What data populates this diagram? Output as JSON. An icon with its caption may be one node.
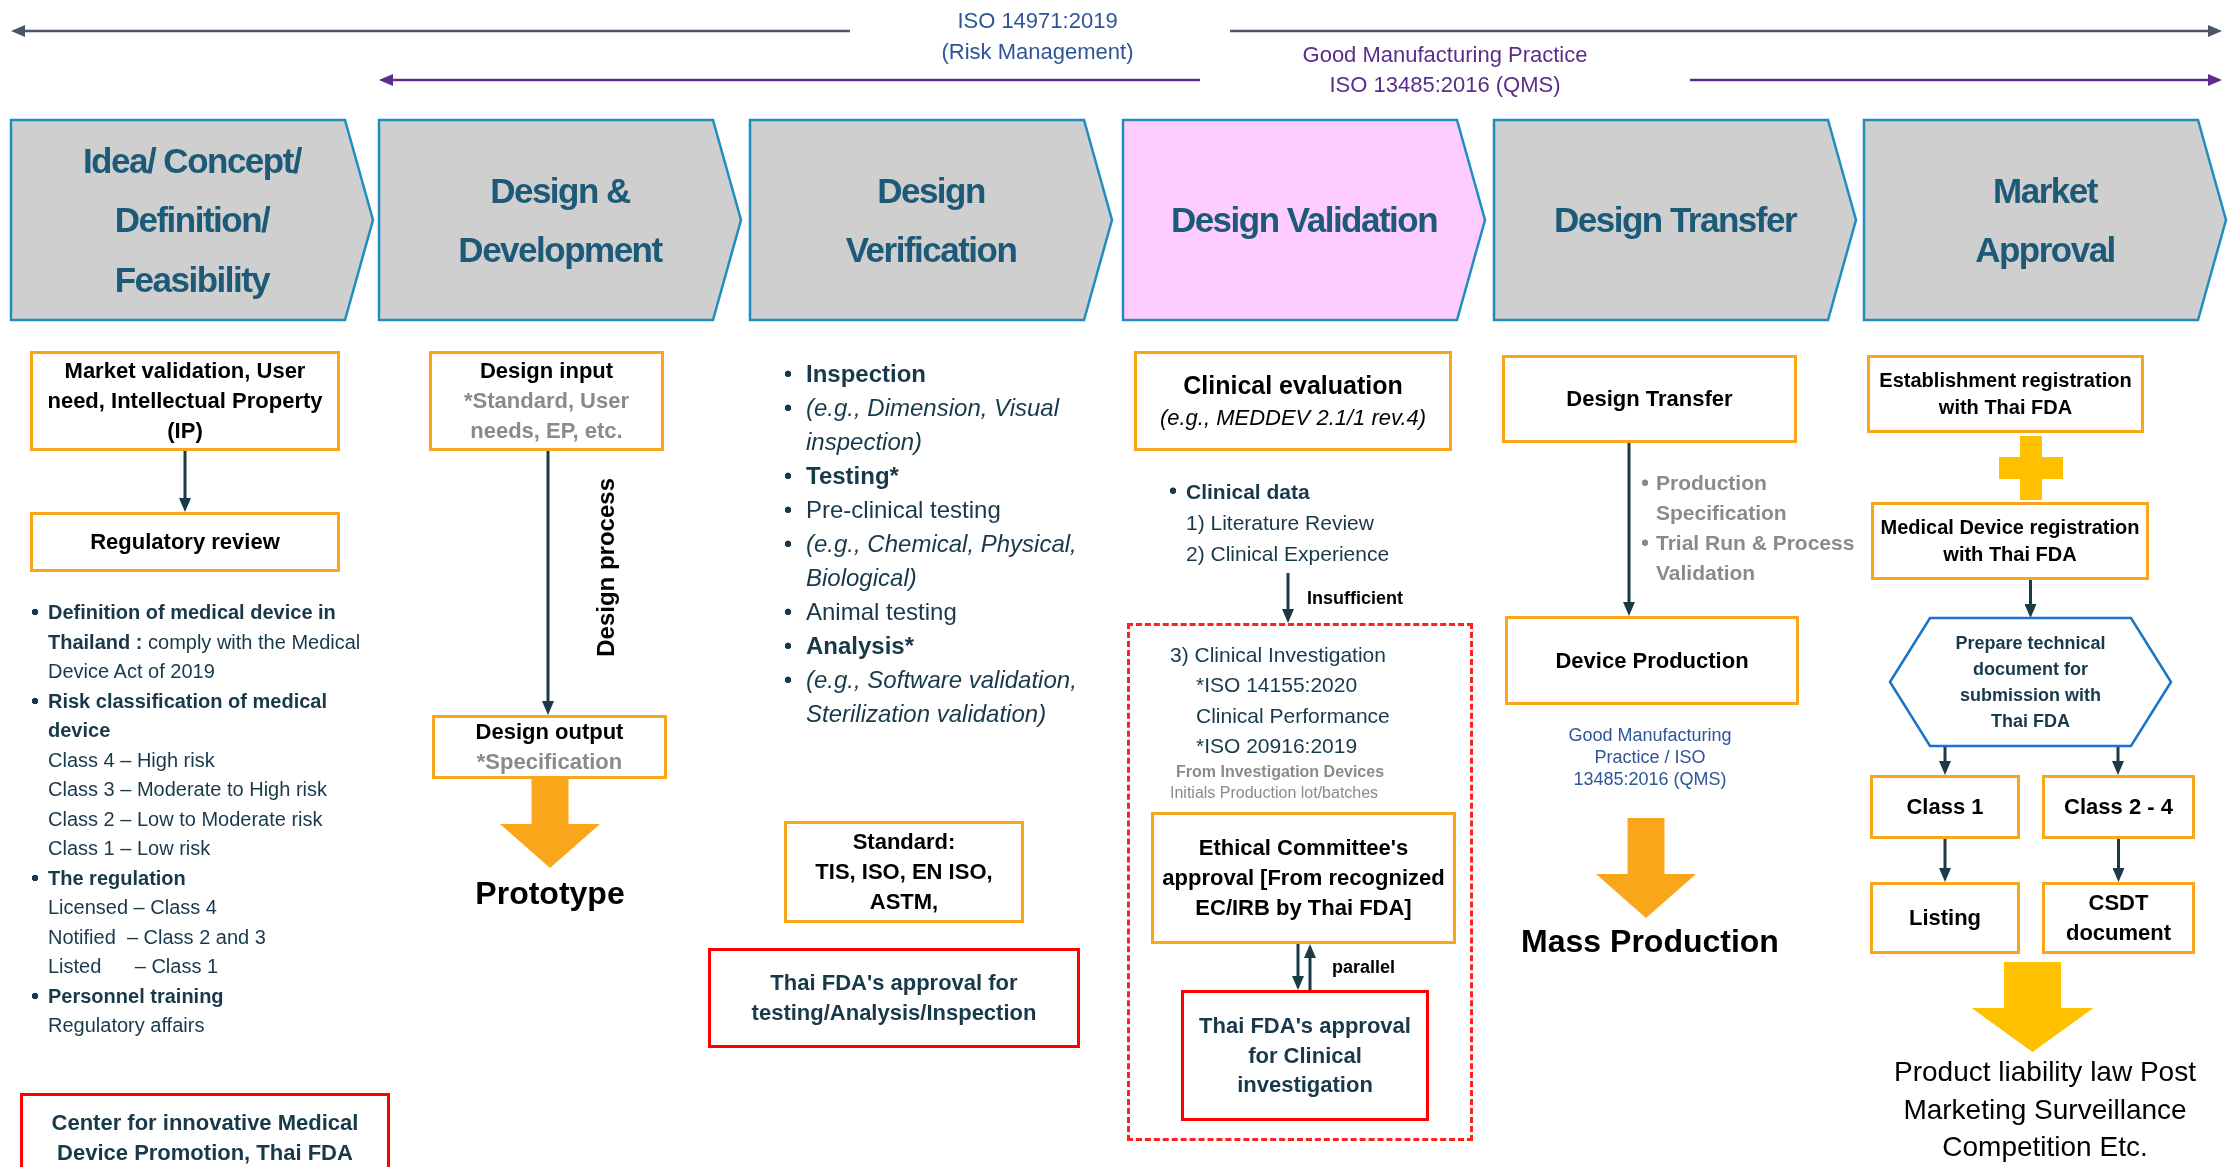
{
  "diagram": {
    "nodes": [
      {
        "text": [
          "Idea/ Concept/ Definition/ Feasibility"
        ]
      },
      {
        "text": [
          "Design & Development"
        ]
      },
      {
        "text": [
          "Design Verification"
        ]
      },
      {
        "text": [
          "Design Validation"
        ]
      },
      {
        "text": [
          "Design Transfer"
        ]
      },
      {
        "text": [
          "Market Approval"
        ]
      },
      {
        "text": [
          "Market validation, User need, Intellectual Property (IP)"
        ]
      },
      {
        "text": [
          "Regulatory review"
        ]
      },
      {
        "text": [
          "Center for innovative Medical Device Promotion, Thai FDA"
        ]
      },
      {
        "text": [
          "Design input",
          "*Standard, User needs, EP, etc."
        ]
      },
      {
        "text": [
          "Design output",
          "*Specification"
        ]
      },
      {
        "text": [
          "Prototype"
        ]
      },
      {
        "text": [
          "Standard:",
          "TIS, ISO, EN ISO, ASTM,"
        ]
      },
      {
        "text": [
          "Thai FDA's approval for testing/Analysis/Inspection"
        ]
      },
      {
        "text": [
          "Clinical evaluation",
          "(e.g., MEDDEV 2.1/1 rev.4)"
        ]
      },
      {
        "text": [
          "3) Clinical Investigation",
          "*ISO 14155:2020",
          "Clinical Performance",
          "*ISO  20916:2019",
          "From Investigation Devices",
          "Initials Production lot/batches"
        ]
      },
      {
        "text": [
          "Ethical Committee's approval [From recognized EC/IRB by Thai FDA]"
        ],
        "in": 15
      },
      {
        "text": [
          "Thai FDA's approval for Clinical investigation"
        ],
        "in": 15
      },
      {
        "text": [
          "Design Transfer"
        ]
      },
      {
        "text": [
          "Device Production"
        ]
      },
      {
        "text": [
          "Mass Production"
        ]
      },
      {
        "text": [
          "Establishment registration with Thai FDA"
        ]
      },
      {
        "text": [
          "Medical Device registration with Thai FDA"
        ]
      },
      {
        "text": [
          "Prepare technical document for submission with Thai FDA"
        ]
      },
      {
        "text": [
          "Class 1"
        ]
      },
      {
        "text": [
          "Class 2 - 4"
        ]
      },
      {
        "text": [
          "Listing"
        ]
      },
      {
        "text": [
          "CSDT document"
        ]
      },
      {
        "text": [
          "Product liability law Post Marketing Surveillance Competition Etc."
        ]
      },
      {
        "text": [
          "Clinical data",
          "1) Literature Review",
          "2) Clinical Experience"
        ]
      }
    ],
    "edges": [
      {
        "from": 6,
        "to": 7,
        "arrow": "to"
      },
      {
        "from": 9,
        "to": 10,
        "arrow": "to",
        "label": "Design process"
      },
      {
        "from": 10,
        "to": 11,
        "arrow": "to",
        "style": "thick",
        "color": "#f9a61a"
      },
      {
        "from": 29,
        "to": 15,
        "arrow": "to",
        "label": "Insufficient"
      },
      {
        "from": 16,
        "to": 17,
        "arrow": "to"
      },
      {
        "from": 17,
        "to": 16,
        "arrow": "to",
        "label": "parallel"
      },
      {
        "from": 18,
        "to": 19,
        "arrow": "to"
      },
      {
        "from": null,
        "to": 20,
        "arrow": "to",
        "style": "thick",
        "color": "#f9a61a"
      },
      {
        "from": 22,
        "to": 23,
        "arrow": "to"
      },
      {
        "from": 23,
        "to": 24,
        "arrow": "to"
      },
      {
        "from": 23,
        "to": 25,
        "arrow": "to"
      },
      {
        "from": 24,
        "to": 26,
        "arrow": "to"
      },
      {
        "from": 25,
        "to": 27,
        "arrow": "to"
      },
      {
        "from": 26,
        "to": 28,
        "arrow": "to",
        "style": "thick",
        "color": "#ffc000"
      },
      {
        "from": 27,
        "to": 28,
        "arrow": "to",
        "style": "thick",
        "color": "#ffc000"
      }
    ],
    "labels": [
      "ISO 14971:2019 (Risk Management)",
      "Good Manufacturing Practice ISO 13485:2016 (QMS)",
      "**Definition of medical device in Thailand :** comply with the Medical Device Act of 2019",
      "Risk classification of medical device",
      "Class 4 – High risk",
      "Class 3 – Moderate to High risk",
      "Class 2 – Low to Moderate risk",
      "Class 1 – Low risk",
      "The regulation",
      "Licensed – Class 4",
      "Notified  – Class 2 and 3",
      "Listed      – Class 1",
      "Personnel training",
      "Regulatory affairs",
      "Inspection",
      "(e.g., Dimension, Visual inspection)",
      "Testing*",
      "Pre-clinical testing",
      "(e.g., Chemical, Physical, Biological)",
      "Animal testing",
      "Analysis*",
      "(e.g., Software validation, Sterilization validation)",
      "Production Specification",
      "Trial Run & Process Validation",
      "Good Manufacturing Practice / ISO 13485:2016 (QMS)"
    ]
  }
}
